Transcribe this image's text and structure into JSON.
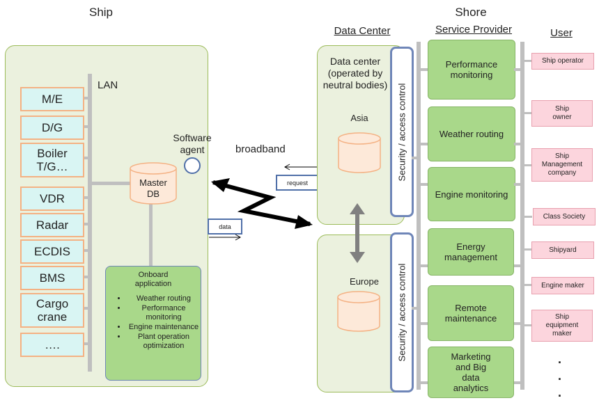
{
  "headings": {
    "ship": "Ship",
    "shore": "Shore",
    "data_center": "Data Center",
    "service_provider": "Service Provider",
    "user": "User"
  },
  "ship": {
    "lan_label": "LAN",
    "devices": [
      "M/E",
      "D/G",
      "Boiler T/G…",
      "VDR",
      "Radar",
      "ECDIS",
      "BMS",
      "Cargo crane",
      "…."
    ],
    "master_db": "Master DB",
    "software_agent": "Software agent",
    "onboard_app": {
      "title": "Onboard application",
      "items": [
        "Weather routing",
        "Performance monitoring",
        "Engine maintenance",
        "Plant operation optimization"
      ]
    }
  },
  "link": {
    "broadband": "broadband",
    "request": "request",
    "data": "data"
  },
  "data_center": {
    "description": "Data center (operated by neutral bodies)",
    "asia": "Asia",
    "europe": "Europe",
    "security": "Security / access control"
  },
  "services": [
    "Performance monitoring",
    "Weather routing",
    "Engine monitoring",
    "Energy management",
    "Remote maintenance",
    "Marketing and Big data analytics"
  ],
  "users": [
    "Ship operator",
    "Ship owner",
    "Ship Management company",
    "Class Society",
    "Shipyard",
    "Engine maker",
    "Ship equipment maker"
  ],
  "ellipsis_dots": [
    ".",
    ".",
    "."
  ],
  "colors": {
    "panel_bg": "#ebf1de",
    "device_bg": "#d9f5f3",
    "device_border": "#f4b183",
    "service_green": "#a9d88a",
    "user_pink": "#fcd5dd",
    "security_border": "#6f86b8",
    "db_fill": "#fde9d9"
  }
}
